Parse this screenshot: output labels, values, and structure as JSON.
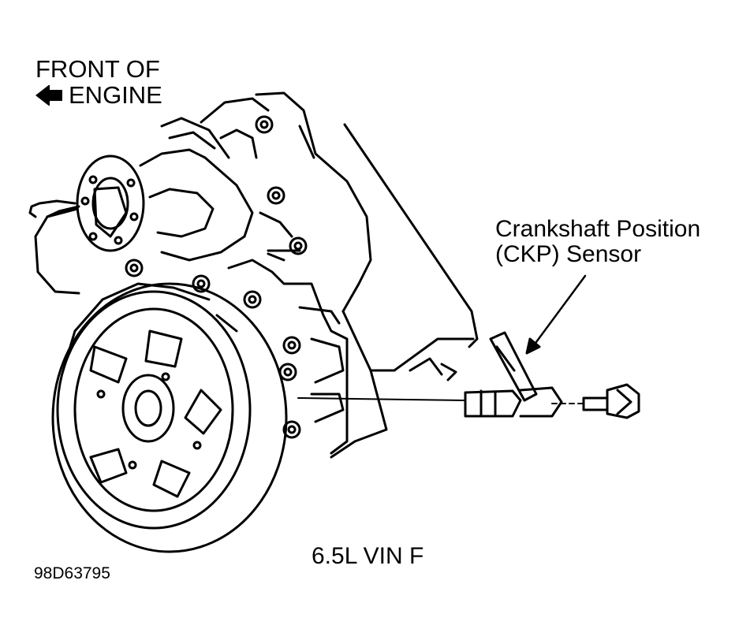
{
  "labels": {
    "front_line1": "FRONT OF",
    "front_line2": "ENGINE",
    "ckp_line1": "Crankshaft Position",
    "ckp_line2": "(CKP) Sensor",
    "engine": "6.5L VIN F",
    "figure_id": "98D63795"
  },
  "icons": {
    "front_arrow": "arrow-left-icon"
  },
  "colors": {
    "ink": "#000000",
    "paper": "#ffffff"
  }
}
